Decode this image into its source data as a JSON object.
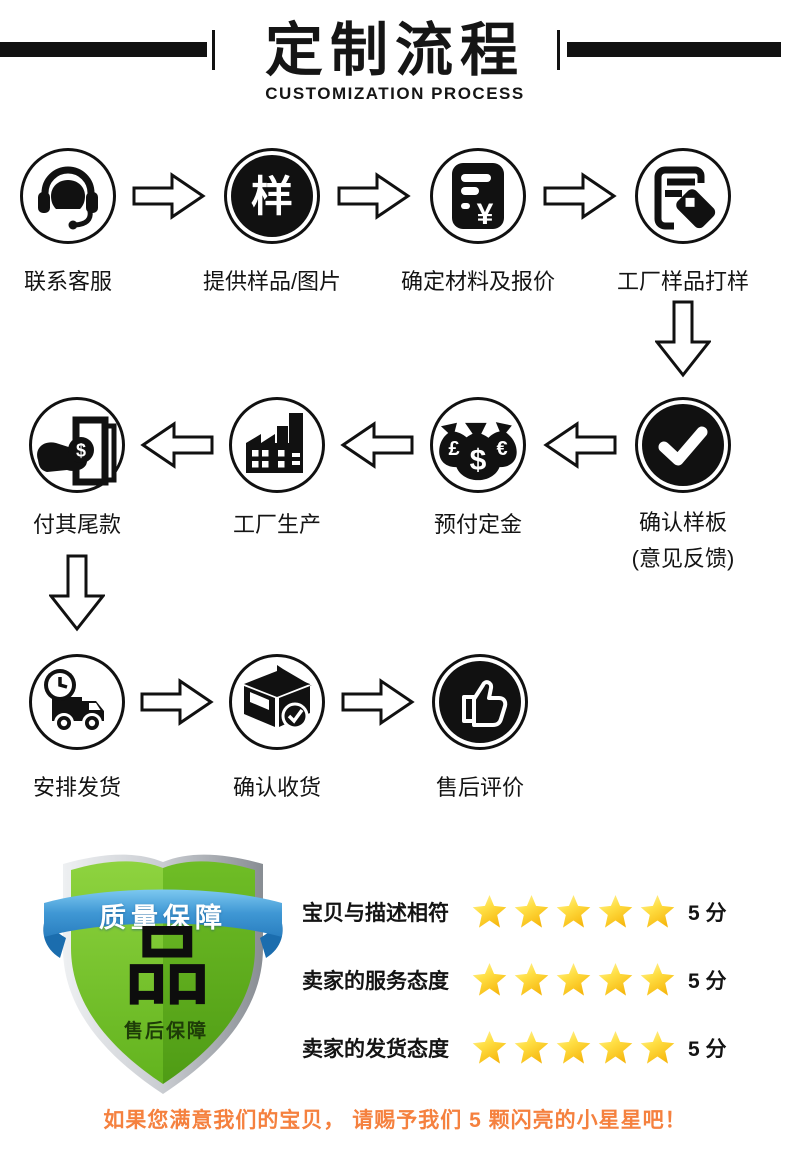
{
  "header": {
    "title": "定制流程",
    "subtitle": "CUSTOMIZATION PROCESS"
  },
  "flow": {
    "row1": {
      "direction": "left-to-right",
      "steps": [
        {
          "label": "联系客服",
          "icon": "customer-service-headset-icon"
        },
        {
          "label": "提供样品/图片",
          "icon": "sample-character-icon",
          "glyph": "样"
        },
        {
          "label": "确定材料及报价",
          "icon": "quotation-document-icon",
          "glyph": "¥"
        },
        {
          "label": "工厂样品打样",
          "icon": "sample-tag-icon"
        }
      ]
    },
    "row2": {
      "direction": "right-to-left",
      "steps": [
        {
          "label": "付其尾款",
          "icon": "pay-balance-hand-money-icon",
          "glyph": "$"
        },
        {
          "label": "工厂生产",
          "icon": "factory-icon"
        },
        {
          "label": "预付定金",
          "icon": "money-bags-icon",
          "glyphs": {
            "left": "£",
            "center": "$",
            "right": "€"
          }
        },
        {
          "label": "确认样板",
          "sublabel": "(意见反馈)",
          "icon": "confirm-check-icon"
        }
      ]
    },
    "row3": {
      "direction": "left-to-right",
      "steps": [
        {
          "label": "安排发货",
          "icon": "delivery-truck-clock-icon"
        },
        {
          "label": "确认收货",
          "icon": "receive-box-check-icon"
        },
        {
          "label": "售后评价",
          "icon": "thumbs-up-icon"
        }
      ]
    }
  },
  "guarantee": {
    "badge": {
      "ribbon_text": "质量保障",
      "shield_char": "品",
      "shield_bottom_text": "售后保障"
    },
    "ratings": [
      {
        "label": "宝贝与描述相符",
        "stars": 5,
        "score": "5 分"
      },
      {
        "label": "卖家的服务态度",
        "stars": 5,
        "score": "5 分"
      },
      {
        "label": "卖家的发货态度",
        "stars": 5,
        "score": "5 分"
      }
    ],
    "footer_note": "如果您满意我们的宝贝， 请赐予我们 5 颗闪亮的小星星吧！"
  },
  "colors": {
    "ink": "#141414",
    "accent_orange": "#f5813f",
    "ribbon_blue": "#3d95d2",
    "shield_green_light": "#7cc72f",
    "shield_green_dark": "#59a91b",
    "star_gold": "#fcd53f"
  }
}
